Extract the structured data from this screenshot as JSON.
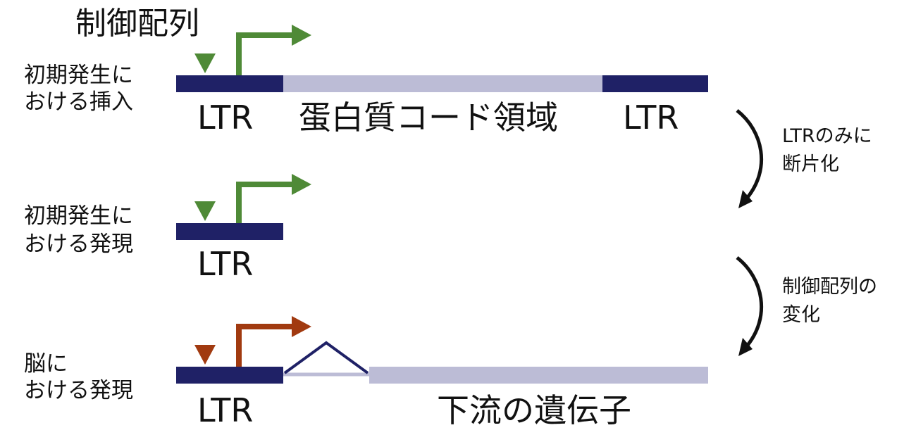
{
  "header": {
    "regulatory_label": "制御配列"
  },
  "rows": [
    {
      "side_label_line1": "初期発生に",
      "side_label_line2": "おける挿入",
      "seg_left_label": "LTR",
      "seg_mid_label": "蛋白質コード領域",
      "seg_right_label": "LTR",
      "promoter_color": "#4f8a37"
    },
    {
      "side_label_line1": "初期発生に",
      "side_label_line2": "おける発現",
      "seg_left_label": "LTR",
      "promoter_color": "#4f8a37"
    },
    {
      "side_label_line1": "脳に",
      "side_label_line2": "おける発現",
      "seg_left_label": "LTR",
      "seg_mid_label": "下流の遺伝子",
      "promoter_color": "#a13a10"
    }
  ],
  "transitions": [
    {
      "line1": "LTRのみに",
      "line2": "断片化"
    },
    {
      "line1": "制御配列の",
      "line2": "変化"
    }
  ],
  "colors": {
    "ltr_block": "#1f2166",
    "coding_region": "#bcbcd6",
    "splice_line": "#1f2166",
    "arrow": "#111111"
  }
}
